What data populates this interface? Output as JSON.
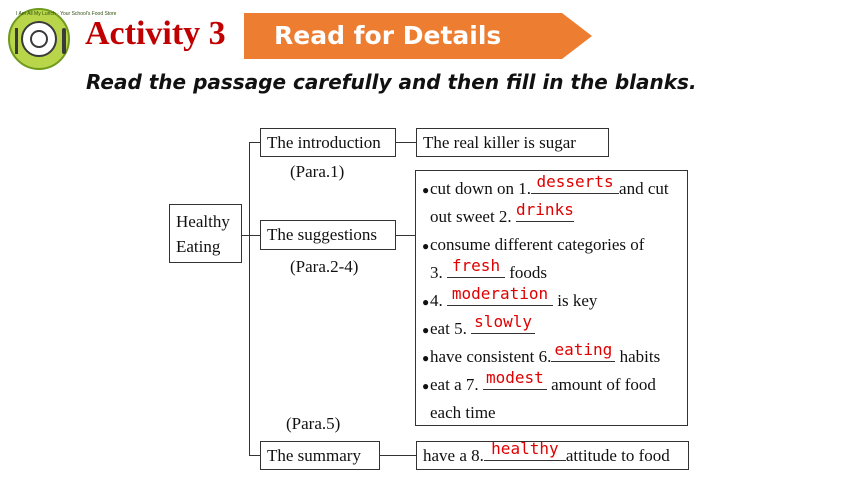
{
  "header": {
    "logo_text": "I Am All My Lunch · Your School's Food Store",
    "activity_title": "Activity 3",
    "banner_label": "Read for Details",
    "instruction": "Read  the passage carefully and then fill in the blanks."
  },
  "diagram": {
    "root": {
      "line1": "Healthy",
      "line2": "Eating"
    },
    "introduction": {
      "label": "The introduction",
      "para": "(Para.1)",
      "content": "The real killer is sugar"
    },
    "suggestions": {
      "label": "The suggestions",
      "para": "(Para.2-4)",
      "items": [
        {
          "t1": "cut down on 1.",
          "a1": "desserts",
          "t2": "and cut"
        },
        {
          "t1": "out sweet 2.",
          "a1": "drinks",
          "t2": ""
        },
        {
          "t1": "consume different categories of",
          "a1": "",
          "t2": ""
        },
        {
          "t1": "3.",
          "a1": "fresh",
          "t2": "foods"
        },
        {
          "t1": "4.",
          "a1": "moderation",
          "t2": "is key"
        },
        {
          "t1": "eat 5.",
          "a1": "slowly",
          "t2": ""
        },
        {
          "t1": "have consistent 6.",
          "a1": "eating",
          "t2": "habits"
        },
        {
          "t1": "eat a 7.",
          "a1": "modest",
          "t2": "amount of food"
        },
        {
          "t1": "each time",
          "a1": "",
          "t2": ""
        }
      ]
    },
    "summary": {
      "label": "The summary",
      "para": "(Para.5)",
      "t1": "have a 8.",
      "a1": "healthy",
      "t2": "attitude to food"
    }
  }
}
